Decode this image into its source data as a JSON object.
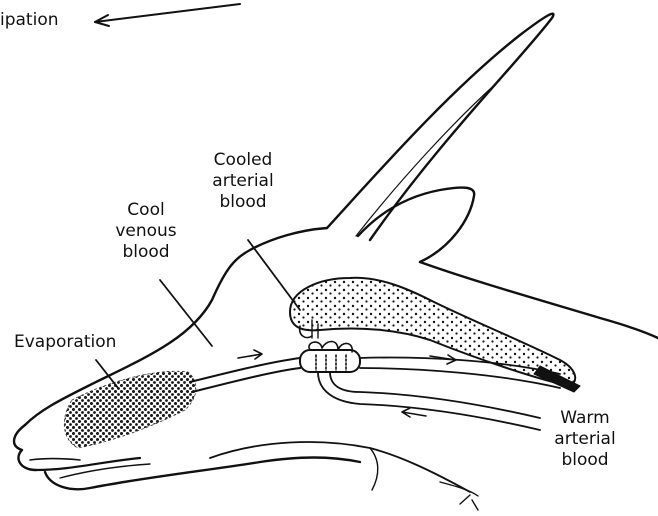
{
  "labels": {
    "top_fragment": "ipation",
    "cooled_arterial": [
      "Cooled",
      "arterial",
      "blood"
    ],
    "cool_venous": [
      "Cool",
      "venous",
      "blood"
    ],
    "evaporation": "Evaporation",
    "warm_arterial": [
      "Warm",
      "arterial",
      "blood"
    ]
  },
  "colors": {
    "ink": "#111111",
    "stipple": "#222222",
    "background": "#ffffff"
  }
}
